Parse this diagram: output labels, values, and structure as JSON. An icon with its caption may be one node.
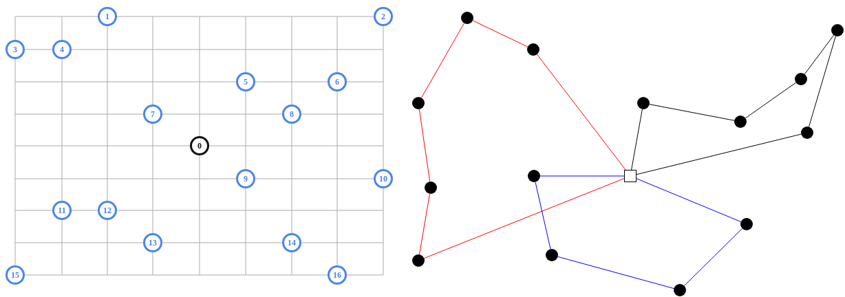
{
  "diagram": {
    "nodes": [
      {
        "text": [
          "1"
        ]
      },
      {
        "text": [
          "2"
        ]
      },
      {
        "text": [
          "3"
        ]
      },
      {
        "text": [
          "4"
        ]
      },
      {
        "text": [
          "5"
        ]
      },
      {
        "text": [
          "6"
        ]
      },
      {
        "text": [
          "7"
        ]
      },
      {
        "text": [
          "8"
        ]
      },
      {
        "text": [
          "0"
        ]
      },
      {
        "text": [
          "9"
        ]
      },
      {
        "text": [
          "10"
        ]
      },
      {
        "text": [
          "11"
        ]
      },
      {
        "text": [
          "12"
        ]
      },
      {
        "text": [
          "13"
        ]
      },
      {
        "text": [
          "14"
        ]
      },
      {
        "text": [
          "15"
        ]
      },
      {
        "text": [
          "16"
        ]
      },
      {
        "text": [],
        "shape": "circle"
      },
      {
        "text": [],
        "shape": "circle"
      },
      {
        "text": [],
        "shape": "circle"
      },
      {
        "text": [],
        "shape": "circle"
      },
      {
        "text": [],
        "shape": "circle"
      },
      {
        "text": [],
        "shape": "circle"
      },
      {
        "text": [],
        "shape": "circle"
      },
      {
        "text": [],
        "shape": "circle"
      },
      {
        "text": [],
        "shape": "circle"
      },
      {
        "text": [],
        "shape": "box"
      },
      {
        "text": [],
        "shape": "circle"
      },
      {
        "text": [],
        "shape": "circle"
      },
      {
        "text": [],
        "shape": "circle"
      },
      {
        "text": [],
        "shape": "circle"
      },
      {
        "text": [],
        "shape": "circle"
      }
    ],
    "edges": [
      {
        "from": 26,
        "to": 19,
        "arrow": "none",
        "color": "#ff0000"
      },
      {
        "from": 19,
        "to": 17,
        "arrow": "none",
        "color": "#ff0000"
      },
      {
        "from": 17,
        "to": 21,
        "arrow": "none",
        "color": "#ff0000"
      },
      {
        "from": 21,
        "to": 27,
        "arrow": "none",
        "color": "#ff0000"
      },
      {
        "from": 27,
        "to": 30,
        "arrow": "none",
        "color": "#ff0000"
      },
      {
        "from": 30,
        "to": 26,
        "arrow": "none",
        "color": "#ff0000"
      },
      {
        "from": 26,
        "to": 22,
        "arrow": "none",
        "color": "#000000"
      },
      {
        "from": 22,
        "to": 23,
        "arrow": "none",
        "color": "#000000"
      },
      {
        "from": 23,
        "to": 20,
        "arrow": "none",
        "color": "#000000"
      },
      {
        "from": 20,
        "to": 18,
        "arrow": "none",
        "color": "#000000"
      },
      {
        "from": 18,
        "to": 24,
        "arrow": "none",
        "color": "#000000"
      },
      {
        "from": 24,
        "to": 26,
        "arrow": "none",
        "color": "#000000"
      },
      {
        "from": 26,
        "to": 25,
        "arrow": "none",
        "color": "#0000ff"
      },
      {
        "from": 25,
        "to": 29,
        "arrow": "none",
        "color": "#0000ff"
      },
      {
        "from": 29,
        "to": 31,
        "arrow": "none",
        "color": "#0000ff"
      },
      {
        "from": 31,
        "to": 28,
        "arrow": "none",
        "color": "#0000ff"
      },
      {
        "from": 28,
        "to": 26,
        "arrow": "none",
        "color": "#0000ff"
      }
    ]
  }
}
